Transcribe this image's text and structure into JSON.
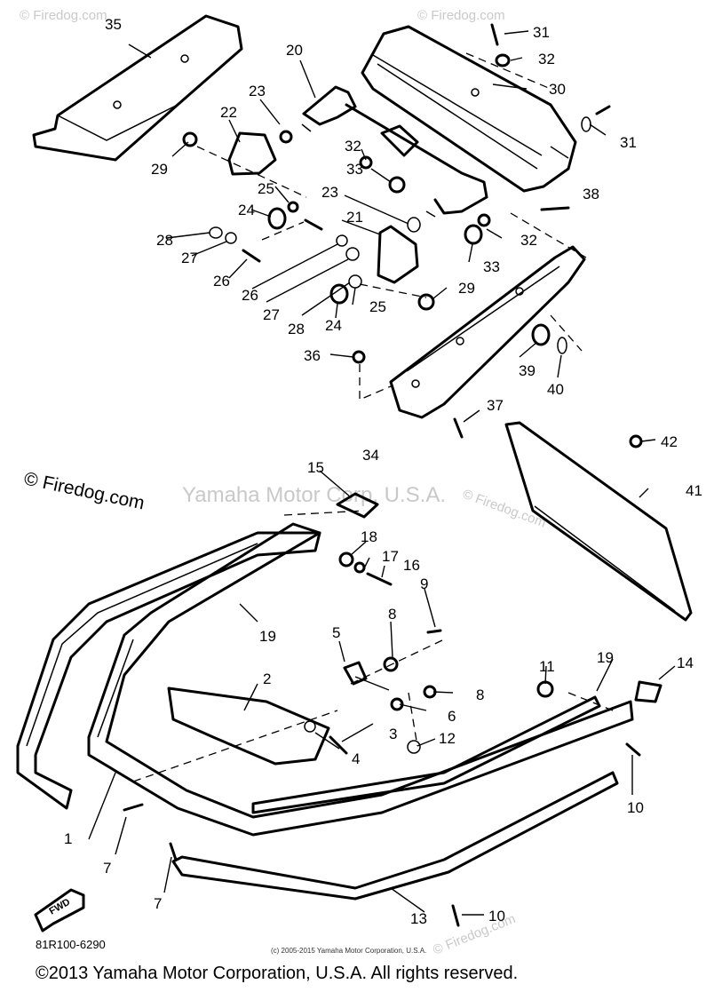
{
  "watermarks": {
    "center": "Yamaha Motor Corp, U.S.A.",
    "side": "© Firedog.com",
    "faint": "© Firedog.com"
  },
  "footer": {
    "copyright": "©2013 Yamaha Motor Corporation, U.S.A. All rights reserved.",
    "small_print": "(c) 2005-2015 Yamaha Motor Corporation, U.S.A.",
    "diagram_code": "81R100-6290"
  },
  "fwd_label": "FWD",
  "callouts": [
    "1",
    "2",
    "3",
    "4",
    "5",
    "6",
    "7",
    "7",
    "8",
    "8",
    "9",
    "10",
    "10",
    "11",
    "12",
    "13",
    "14",
    "15",
    "16",
    "17",
    "18",
    "19",
    "19",
    "20",
    "21",
    "22",
    "23",
    "23",
    "24",
    "24",
    "25",
    "25",
    "26",
    "26",
    "27",
    "27",
    "28",
    "28",
    "29",
    "29",
    "30",
    "31",
    "31",
    "32",
    "32",
    "32",
    "33",
    "33",
    "34",
    "35",
    "36",
    "37",
    "38",
    "39",
    "40",
    "41",
    "42"
  ]
}
